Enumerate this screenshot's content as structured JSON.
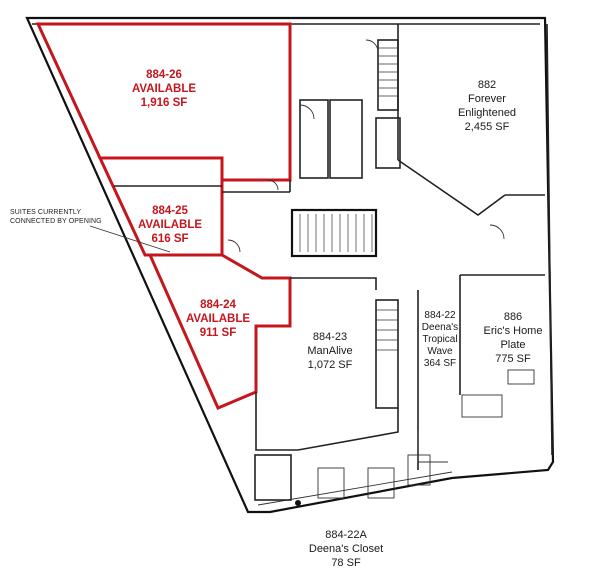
{
  "suites": [
    {
      "id": "suite-884-26",
      "number": "884-26",
      "status": "AVAILABLE",
      "area": "1,916 SF",
      "available": true
    },
    {
      "id": "suite-884-25",
      "number": "884-25",
      "status": "AVAILABLE",
      "area": "616 SF",
      "available": true
    },
    {
      "id": "suite-884-24",
      "number": "884-24",
      "status": "AVAILABLE",
      "area": "911 SF",
      "available": true
    },
    {
      "id": "suite-882",
      "number": "882",
      "tenant_line1": "Forever",
      "tenant_line2": "Enlightened",
      "area": "2,455 SF",
      "available": false
    },
    {
      "id": "suite-884-23",
      "number": "884-23",
      "tenant": "ManAlive",
      "area": "1,072 SF",
      "available": false
    },
    {
      "id": "suite-884-22",
      "number": "884-22",
      "tenant_line1": "Deena's",
      "tenant_line2": "Tropical",
      "tenant_line3": "Wave",
      "area": "364 SF",
      "available": false
    },
    {
      "id": "suite-886",
      "number": "886",
      "tenant_line1": "Eric's Home",
      "tenant_line2": "Plate",
      "area": "775 SF",
      "available": false
    },
    {
      "id": "suite-884-22a",
      "number": "884-22A",
      "tenant": "Deena's Closet",
      "area": "78 SF",
      "available": false
    }
  ],
  "note": {
    "line1": "SUITES CURRENTLY",
    "line2": "CONNECTED BY OPENING"
  },
  "colors": {
    "available": "#c4161c",
    "walls": "#222222"
  }
}
